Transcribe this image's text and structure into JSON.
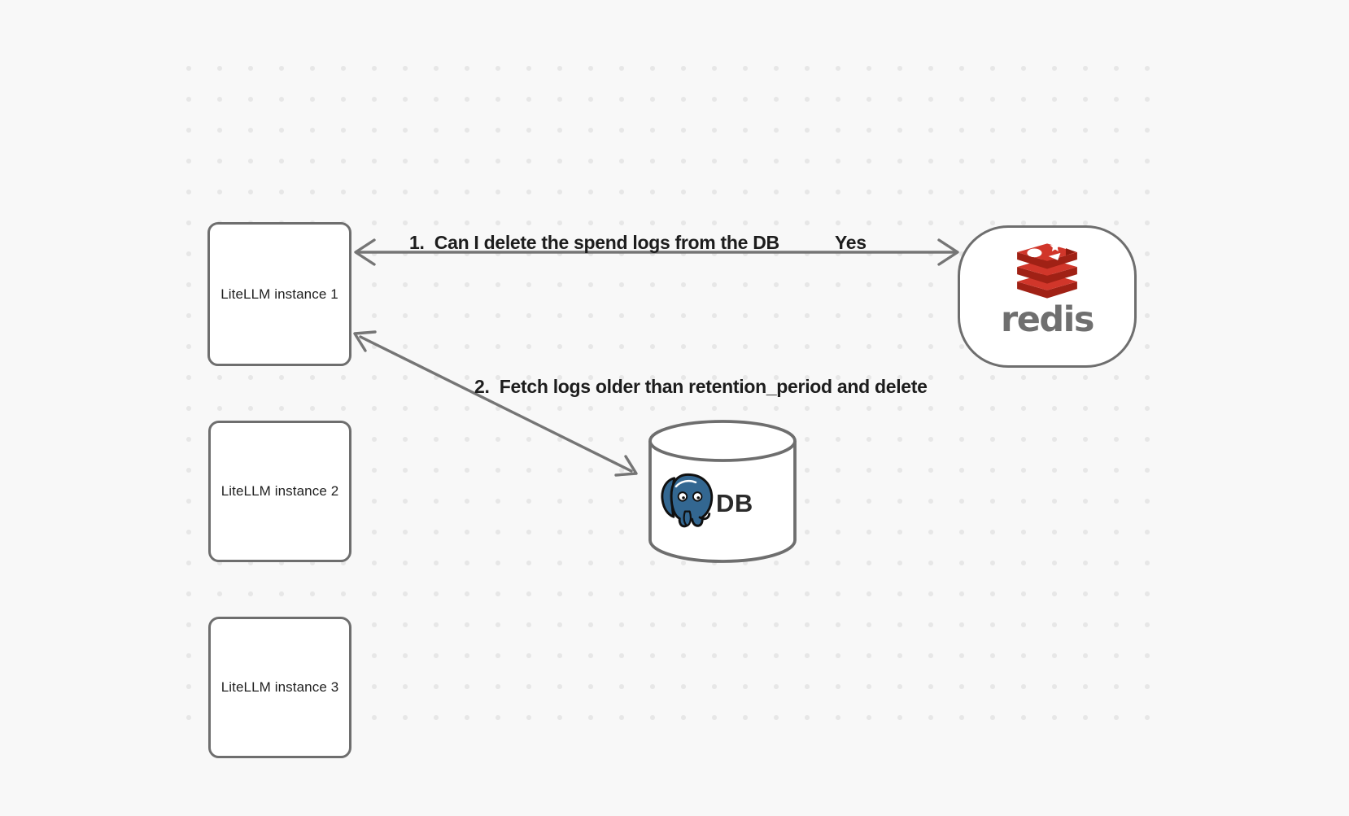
{
  "diagram": {
    "instances": [
      {
        "label": "LiteLLM instance 1"
      },
      {
        "label": "LiteLLM instance 2"
      },
      {
        "label": "LiteLLM instance 3"
      }
    ],
    "redis": {
      "wordmark": "redis"
    },
    "db": {
      "label": "DB"
    },
    "arrow1": {
      "question": "1.  Can I delete the spend logs from the DB",
      "answer": "Yes"
    },
    "arrow2": {
      "label": "2.  Fetch logs older than retention_period and delete"
    },
    "colors": {
      "background": "#f8f8f8",
      "dot": "#e7e7e7",
      "node_stroke": "#6e6e6e",
      "arrow": "#757575",
      "annotation_text": "#1d1d1d",
      "redis_red": "#d1362a",
      "redis_dark_red": "#a02115",
      "redis_wordmark_gray": "#6f6f6f",
      "postgres_blue": "#336791"
    }
  }
}
